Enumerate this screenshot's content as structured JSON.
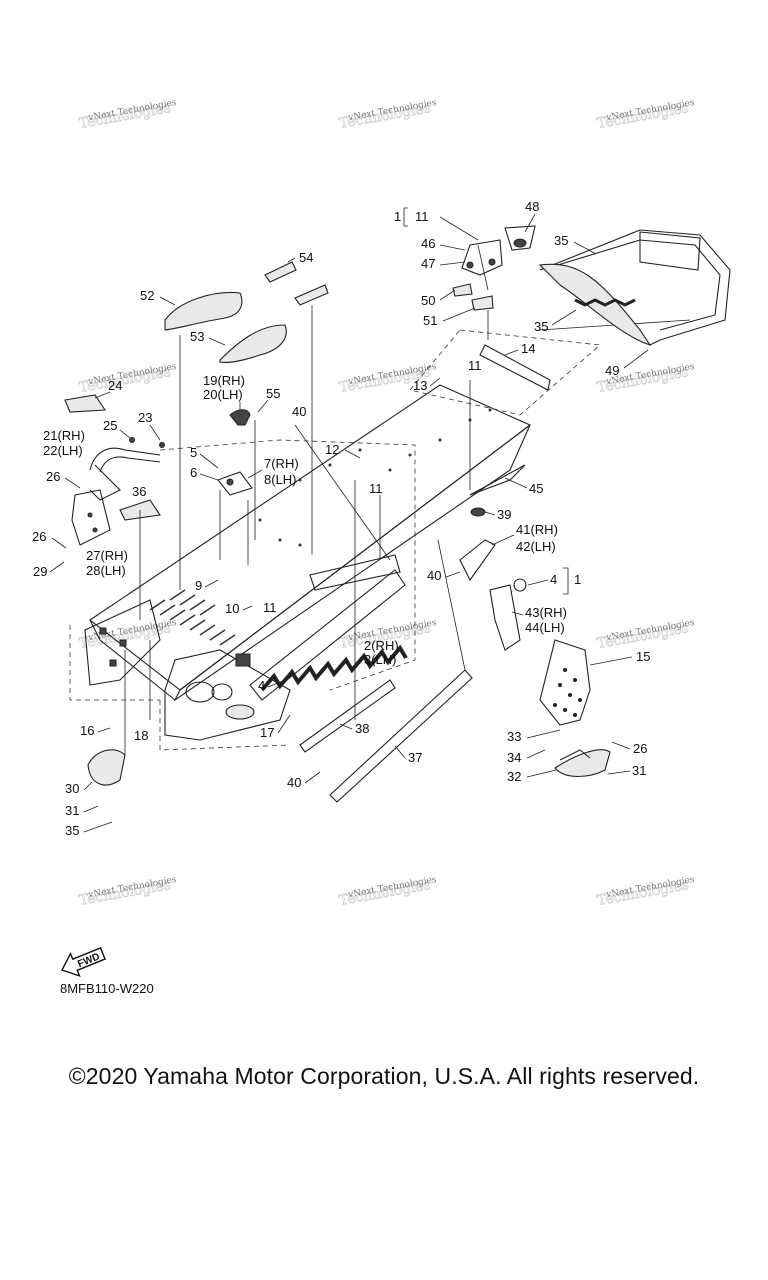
{
  "watermark": "vNext Technologies",
  "callouts": {
    "c1a": "1",
    "c11a": "11",
    "c48": "48",
    "c46": "46",
    "c47": "47",
    "c35a": "35",
    "c50": "50",
    "c51": "51",
    "c35b": "35",
    "c54": "54",
    "c52": "52",
    "c53": "53",
    "c14": "14",
    "c49": "49",
    "c11b": "11",
    "c13": "13",
    "c24": "24",
    "c19": "19(RH)",
    "c20": "20(LH)",
    "c55": "55",
    "c40a": "40",
    "c23": "23",
    "c25": "25",
    "c21": "21(RH)",
    "c22": "22(LH)",
    "c12": "12",
    "c5": "5",
    "c6": "6",
    "c7": "7(RH)",
    "c8": "8(LH)",
    "c26a": "26",
    "c36": "36",
    "c11c": "11",
    "c45": "45",
    "c39": "39",
    "c41": "41(RH)",
    "c42": "42(LH)",
    "c26b": "26",
    "c27": "27(RH)",
    "c28": "28(LH)",
    "c29": "29",
    "c40b": "40",
    "c4a": "4",
    "c1b": "1",
    "c9": "9",
    "c10": "10",
    "c11d": "11",
    "c43": "43(RH)",
    "c44": "44(LH)",
    "c2": "2(RH)",
    "c3": "3(LH)",
    "c4b": "4",
    "c15": "15",
    "c16": "16",
    "c18": "18",
    "c17": "17",
    "c38": "38",
    "c33": "33",
    "c26c": "26",
    "c34": "34",
    "c37": "37",
    "c32": "32",
    "c31a": "31",
    "c30": "30",
    "c40c": "40",
    "c31b": "31",
    "c35c": "35"
  },
  "fwd_label": "FWD",
  "diagram_code": "8MFB110-W220",
  "copyright": "©2020 Yamaha Motor Corporation, U.S.A. All rights reserved."
}
